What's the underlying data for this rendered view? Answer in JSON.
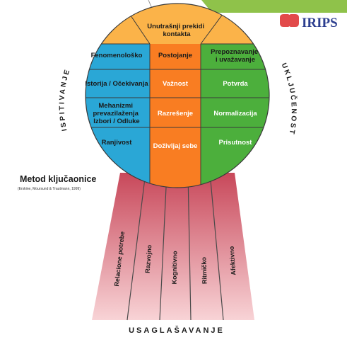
{
  "logo": {
    "text": "IRIPS",
    "mark_color": "#e24a4a",
    "text_color": "#2c3e8f"
  },
  "title": "Metod ključaonice",
  "citation": "(Erskine, Moursund & Trautmann, 1999)",
  "side_labels": {
    "left": "ISPITIVANJE",
    "right": "UKLJUČENOST",
    "bottom": "USAGLAŠAVANJE"
  },
  "circle": {
    "top": [
      "Unutrašnji prekidi",
      "kontakta"
    ],
    "left": [
      [
        "Fenomenološko"
      ],
      [
        "Istorija / Očekivanja"
      ],
      [
        "Mehanizmi",
        "prevazilaženja",
        "Izbori / Odluke"
      ],
      [
        "Ranjivost"
      ]
    ],
    "center": [
      [
        "Postojanje"
      ],
      [
        "Važnost"
      ],
      [
        "Razrešenje"
      ],
      [
        "Doživljaj sebe"
      ]
    ],
    "right": [
      [
        "Prepoznavanje",
        "i uvažavanje"
      ],
      [
        "Potvrda"
      ],
      [
        "Normalizacija"
      ],
      [
        "Prisutnost"
      ]
    ]
  },
  "stem_labels": [
    "Relacione potrebe",
    "Razvojno",
    "Kognitivno",
    "Ritmičko",
    "Afektivno"
  ],
  "colors": {
    "blue": "#2aa7d6",
    "green": "#4caf3c",
    "orange": "#f97d22",
    "orange_light": "#fbb349",
    "stem_top": "#c8485a",
    "stem_bottom": "#f8d3d6",
    "deco_green": "#8fc24a"
  }
}
